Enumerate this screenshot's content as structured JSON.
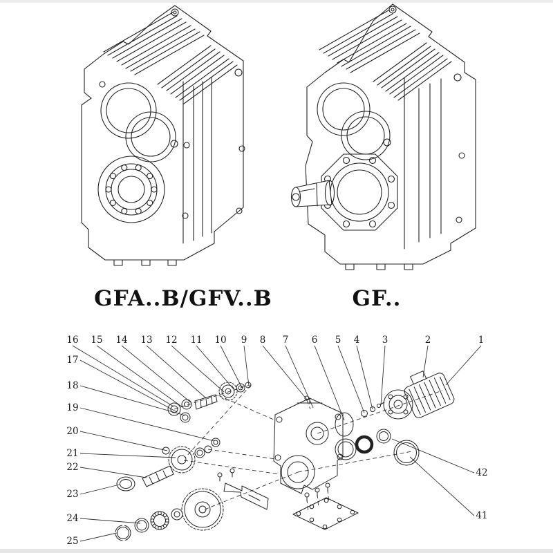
{
  "colors": {
    "line": "#222222",
    "background": "#ffffff"
  },
  "models": [
    {
      "caption": "GFA..B/GFV..B"
    },
    {
      "caption": "GF.."
    }
  ],
  "exploded": {
    "top_labels": [
      "16",
      "15",
      "14",
      "13",
      "12",
      "11",
      "10",
      "9",
      "8",
      "7",
      "6",
      "5",
      "4",
      "3",
      "2",
      "1"
    ],
    "left_labels": [
      "17",
      "18",
      "19",
      "20",
      "21",
      "22",
      "23",
      "24",
      "25"
    ],
    "right_labels": [
      "42",
      "41"
    ]
  }
}
